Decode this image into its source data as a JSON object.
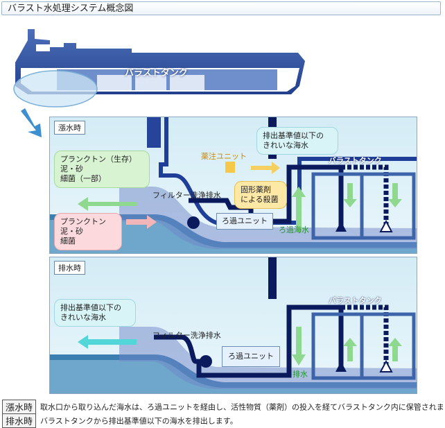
{
  "title": "バラスト水処理システム概念図",
  "ship": {
    "tank_label": "バラストタンク"
  },
  "intake_panel": {
    "tag": "漲水時",
    "bubble_living": [
      "プランクトン（生存）",
      "泥・砂",
      "細菌（一部）"
    ],
    "bubble_incoming": [
      "プランクトン",
      "泥・砂",
      "細菌"
    ],
    "bubble_clean": [
      "排出基準値以下の",
      "きれいな海水"
    ],
    "chemical_unit": "薬注ユニット",
    "chemical_bubble": [
      "固形薬剤",
      "による殺菌"
    ],
    "filter_wash": "フィルター洗浄排水",
    "filter_unit": "ろ過ユニット",
    "filtered_water": "ろ過海水",
    "tank_label": "バラストタンク"
  },
  "discharge_panel": {
    "tag": "排水時",
    "bubble_clean": [
      "排出基準値以下の",
      "きれいな海水"
    ],
    "filter_wash": "フィルター洗浄排水",
    "filter_unit": "ろ過ユニット",
    "drain": "排水",
    "tank_label": "バラストタンク"
  },
  "legend": [
    {
      "tag": "漲水時",
      "text": "取水口から取り込んだ海水は、ろ過ユニットを経由し、活性物質（薬剤）の投入を経てバラストタンク内に保管されます。"
    },
    {
      "tag": "排水時",
      "text": "バラストタンクから排出基準値以下の海水を排出します。"
    }
  ],
  "colors": {
    "pipe": "#0a1a5c",
    "hull": "#2c4fa0",
    "water": "#3a7fb0",
    "arrow_green": "#8fd890",
    "arrow_pink": "#f3b6b8",
    "arrow_yellow": "#f5d060"
  }
}
